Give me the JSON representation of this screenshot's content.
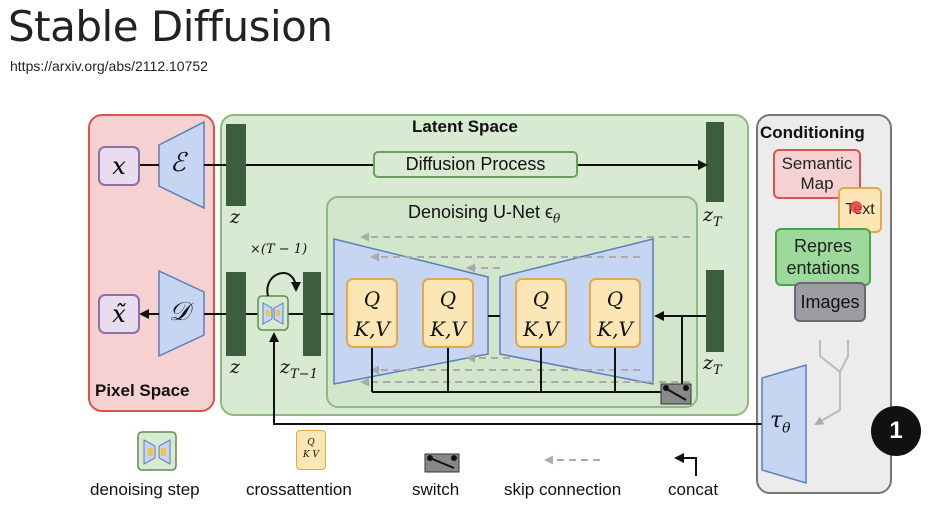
{
  "slide": {
    "title": "Stable Diffusion",
    "url": "https://arxiv.org/abs/2112.10752"
  },
  "pixel_space": {
    "label": "Pixel Space",
    "input": "x",
    "output": "x̃",
    "encoder": "ℰ",
    "decoder": "𝒟"
  },
  "latent_space": {
    "label": "Latent Space",
    "diffusion_process": "Diffusion Process",
    "unet_label": "Denoising U-Net ϵ",
    "unet_label_sub": "θ",
    "z": "z",
    "z_bottom": "z",
    "z_T_top": "z",
    "z_T_top_sub": "T",
    "z_T_bottom": "z",
    "z_T_bottom_sub": "T",
    "z_T_minus_1": "z",
    "z_T_minus_1_sub": "T−1",
    "repeat_label": "×(T − 1)",
    "qkv": [
      {
        "q": "Q",
        "kv": "K,V"
      },
      {
        "q": "Q",
        "kv": "K,V"
      },
      {
        "q": "Q",
        "kv": "K,V"
      },
      {
        "q": "Q",
        "kv": "K,V"
      }
    ]
  },
  "conditioning": {
    "label": "Conditioning",
    "semantic_map": "Semantic Map",
    "semantic_map_line1": "Semantic",
    "semantic_map_line2": "Map",
    "text": "Text",
    "representations_line1": "Repres",
    "representations_line2": "entations",
    "images": "Images",
    "tau": "τ",
    "tau_sub": "θ"
  },
  "legend": {
    "denoising_step": "denoising step",
    "crossattention": "crossattention",
    "crossattention_icon_q": "Q",
    "crossattention_icon_kv": "K V",
    "switch": "switch",
    "skip_connection": "skip connection",
    "concat": "concat"
  },
  "badge": "1",
  "colors": {
    "pixel_bg": "#f6d1d1",
    "pixel_border": "#d9534f",
    "latent_bg": "#d9ead3",
    "latent_border": "#7fb36f",
    "conditioning_bg": "#ececec",
    "block_dark": "#3c5e3c",
    "trapezoid": "#c6d6f2",
    "qkv_fill": "#fde6b5",
    "qkv_border": "#e2a94a"
  }
}
